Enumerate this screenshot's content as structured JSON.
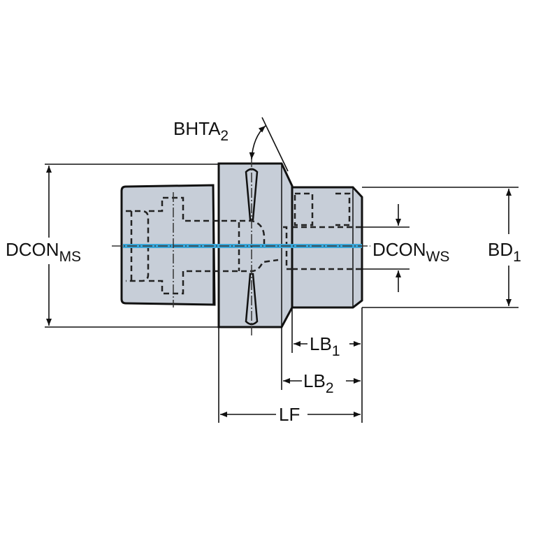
{
  "labels": {
    "bhta": {
      "main": "BHTA",
      "sub": "2"
    },
    "dcon_ms": {
      "main": "DCON",
      "sub": "MS"
    },
    "dcon_ws": {
      "main": "DCON",
      "sub": "WS"
    },
    "bd": {
      "main": "BD",
      "sub": "1"
    },
    "lb1": {
      "main": "LB",
      "sub": "1"
    },
    "lb2": {
      "main": "LB",
      "sub": "2"
    },
    "lf": {
      "main": "LF"
    }
  },
  "colors": {
    "body": "#c7ced8",
    "coolant": "#3aa6d8",
    "line": "#111111"
  }
}
